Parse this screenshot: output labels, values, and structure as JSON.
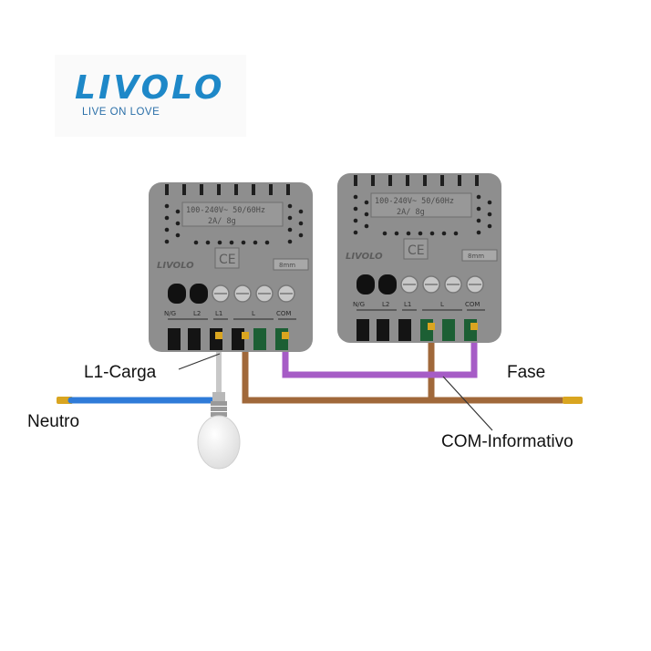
{
  "brand": {
    "name": "LIVOLO",
    "tagline": "LIVE ON LOVE"
  },
  "colors": {
    "brand_blue": "#1e88c8",
    "module_gray": "#8e8e8e",
    "neutral_wire": "#2f7bd8",
    "phase_wire": "#a0683a",
    "com_wire": "#a65cc6",
    "load_wire": "#c8c8c8"
  },
  "modules": [
    {
      "id": "module-left",
      "rating_line1": "100-240V~  50/60Hz",
      "rating_line2": "2A/ 8g",
      "logo": "LIVOLO",
      "cert": "CE",
      "strip_label": "8mm",
      "terminals": [
        "N/G",
        "L2",
        "L1",
        "L",
        "COM"
      ]
    },
    {
      "id": "module-right",
      "rating_line1": "100-240V~  50/60Hz",
      "rating_line2": "2A/ 8g",
      "logo": "LIVOLO",
      "cert": "CE",
      "strip_label": "8mm",
      "terminals": [
        "N/G",
        "L2",
        "L1",
        "L",
        "COM"
      ]
    }
  ],
  "labels": {
    "load": "L1-Carga",
    "neutral": "Neutro",
    "phase": "Fase",
    "com": "COM-Informativo"
  },
  "icons": {
    "bulb": "light-bulb-icon",
    "ce": "ce-mark-icon"
  }
}
